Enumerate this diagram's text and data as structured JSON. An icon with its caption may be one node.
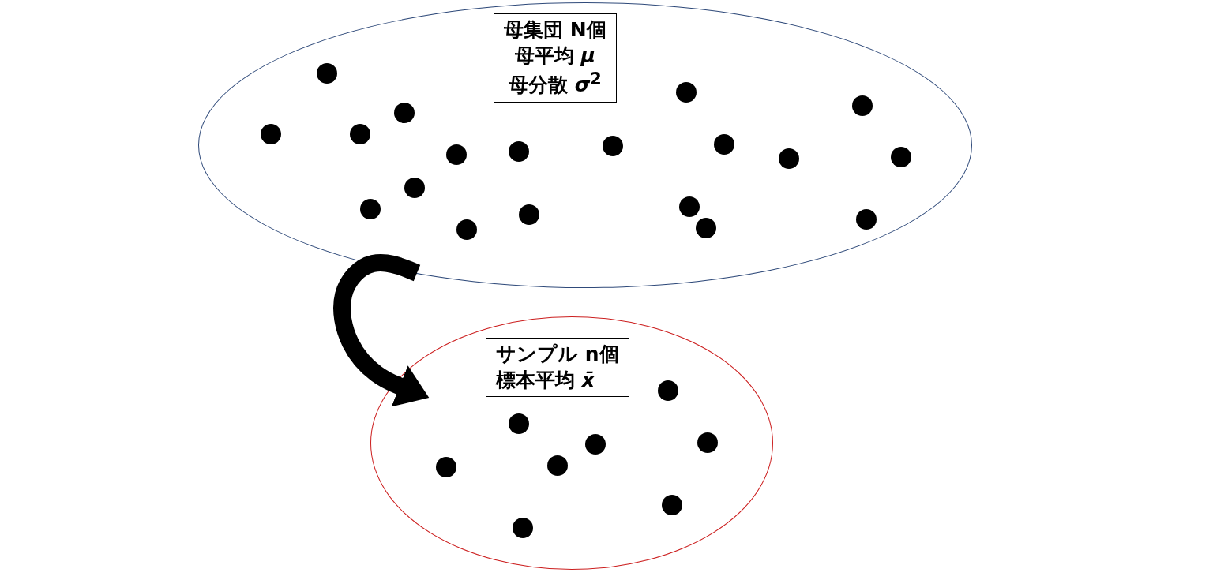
{
  "diagram": {
    "nodes": [
      {
        "text": [],
        "shape": "ellipse"
      },
      {
        "text": [
          "母集団 N個",
          "母平均 *μ*",
          "母分散 *σ*$^{2}$"
        ],
        "in": 0
      },
      {
        "text": [],
        "shape": "ellipse"
      },
      {
        "text": [
          "サンプル n個",
          "標本平均 *x̄*"
        ],
        "in": 2
      }
    ],
    "edges": [
      {
        "from": 0,
        "to": 2,
        "arrow": "to"
      }
    ]
  }
}
